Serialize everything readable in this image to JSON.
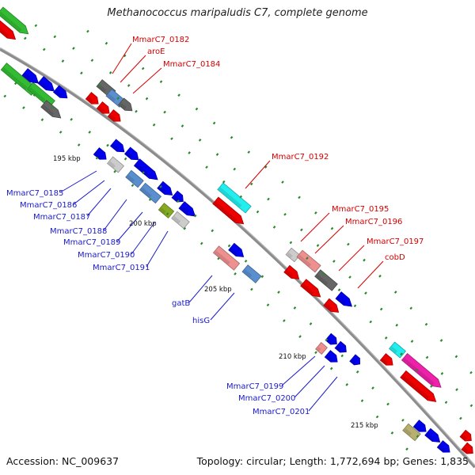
{
  "title": "Methanococcus maripaludis C7, complete genome",
  "accession": "Accession: NC_009637",
  "topology": "Topology: circular; Length: 1,772,694 bp; Genes: 1,835",
  "colors": {
    "backbone": "#8c8c8c",
    "tick": "#2a8a2a",
    "label_red": "#d40000",
    "label_blue": "#1a1acc",
    "green": "#33bb33",
    "red": "#ee0000",
    "blue": "#0000ee",
    "gray": "#666666",
    "lightgray": "#cccccc",
    "steelblue": "#5a8fcf",
    "pink": "#ee9090",
    "cyan": "#22eeee",
    "magenta": "#ee22aa",
    "olive": "#b8b070",
    "olivegreen": "#88aa22"
  },
  "scale_labels": [
    "195 kbp",
    "200 kbp",
    "205 kbp",
    "210 kbp",
    "215 kbp"
  ],
  "gene_labels_red": [
    "MmarC7_0182",
    "aroE",
    "MmarC7_0184",
    "MmarC7_0192",
    "MmarC7_0195",
    "MmarC7_0196",
    "MmarC7_0197",
    "cobD"
  ],
  "gene_labels_blue": [
    "MmarC7_0185",
    "MmarC7_0186",
    "MmarC7_0187",
    "MmarC7_0188",
    "MmarC7_0189",
    "MmarC7_0190",
    "MmarC7_0191",
    "gatB",
    "hisG",
    "MmarC7_0199",
    "MmarC7_0200",
    "MmarC7_0201"
  ]
}
